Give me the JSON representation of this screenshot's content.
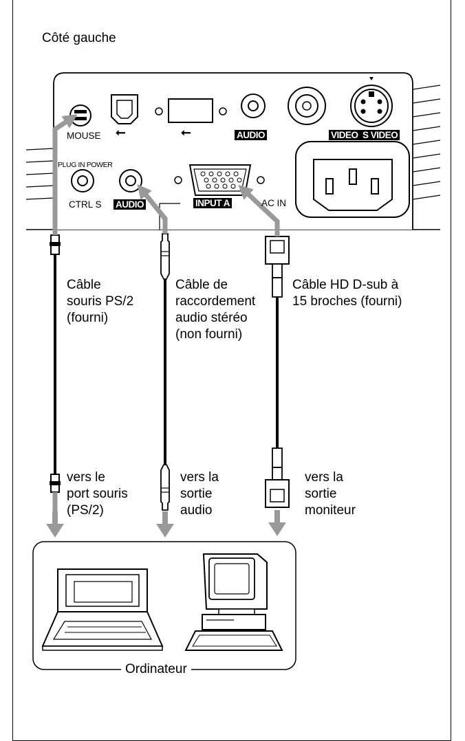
{
  "heading": "Côté gauche",
  "panel_labels": {
    "mouse": "MOUSE",
    "plug_in_power": "PLUG IN POWER",
    "ctrl_s": "CTRL S",
    "audio_lower": "AUDIO",
    "input_a": "INPUT A",
    "ac_in": "AC IN",
    "audio_upper": "AUDIO",
    "video": "VIDEO",
    "s_video": "S VIDEO",
    "usb_symbol_1": "⭠",
    "usb_symbol_2": "⭠"
  },
  "cables": [
    {
      "name": "Câble\nsouris PS/2\n(fourni)",
      "destination": "vers le\nport souris\n(PS/2)"
    },
    {
      "name": "Câble de\nraccordement\naudio stéréo\n(non fourni)",
      "destination": "vers la\nsortie\naudio"
    },
    {
      "name": "Câble HD D-sub à\n15 broches (fourni)",
      "destination": "vers la\nsortie\nmoniteur"
    }
  ],
  "computer_group_label": "Ordinateur"
}
